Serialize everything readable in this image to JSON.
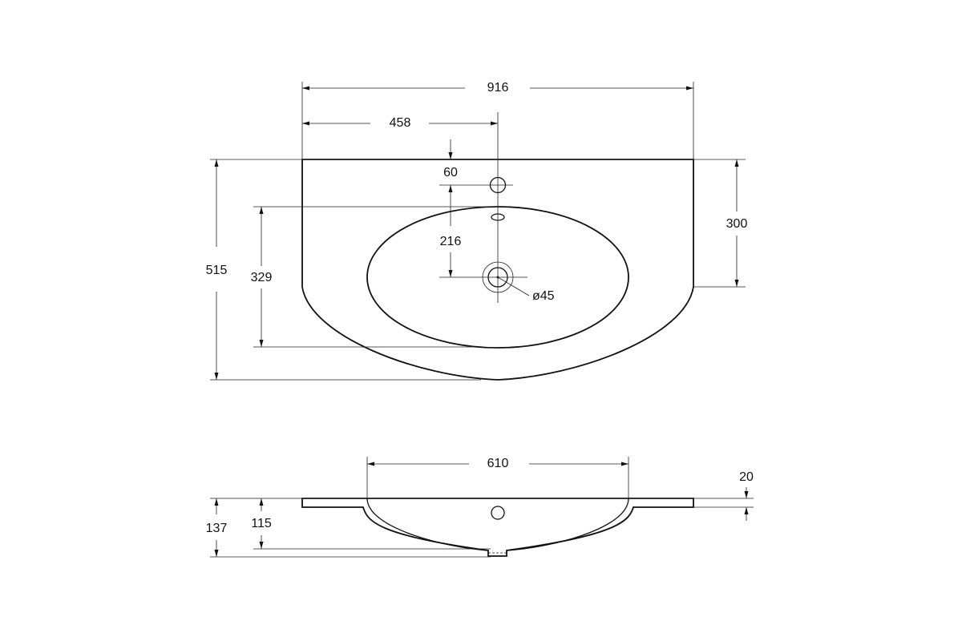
{
  "colors": {
    "line": "#111111",
    "background": "#ffffff"
  },
  "top_view": {
    "overall_width": "916",
    "half_width": "458",
    "tap_hole_offset": "60",
    "tap_to_drain": "216",
    "side_depth": "300",
    "bowl_depth": "329",
    "overall_depth": "515",
    "drain_diameter": "ø45"
  },
  "side_view": {
    "bowl_width": "610",
    "rim_thickness": "20",
    "bowl_height": "115",
    "overall_height": "137"
  }
}
